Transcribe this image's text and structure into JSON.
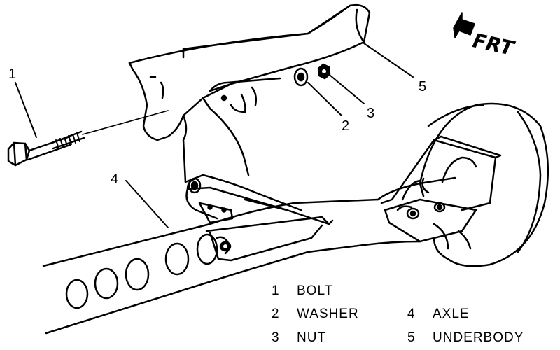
{
  "direction": {
    "label": "FRT",
    "icon": "front-arrow-icon"
  },
  "callouts": [
    "1",
    "2",
    "3",
    "4",
    "5"
  ],
  "legend": [
    {
      "num": "1",
      "label": "BOLT"
    },
    {
      "num": "2",
      "label": "WASHER"
    },
    {
      "num": "3",
      "label": "NUT"
    },
    {
      "num": "4",
      "label": "AXLE"
    },
    {
      "num": "5",
      "label": "UNDERBODY"
    }
  ],
  "colors": {
    "ink": "#000000",
    "paper": "#ffffff"
  }
}
